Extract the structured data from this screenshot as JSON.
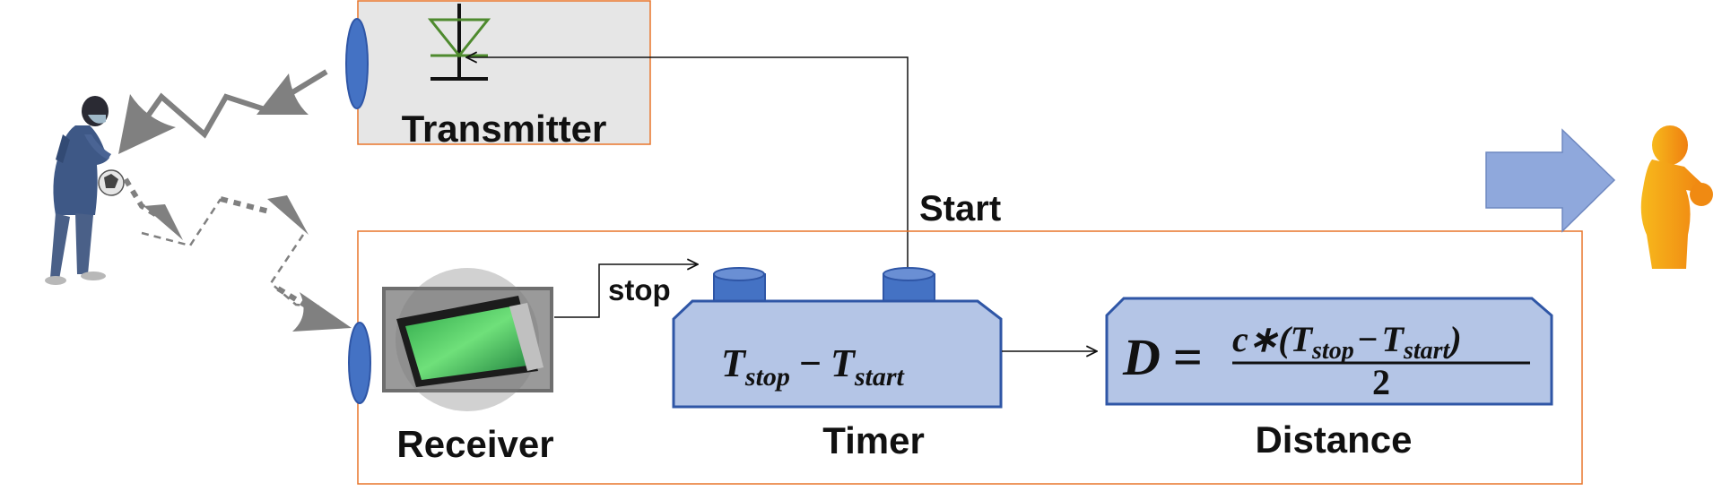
{
  "labels": {
    "transmitter": "Transmitter",
    "receiver": "Receiver",
    "timer": "Timer",
    "distance": "Distance",
    "start": "Start",
    "stop": "stop"
  },
  "timer_formula": {
    "t1": "T",
    "sub1": "stop",
    "minus": "−",
    "t2": "T",
    "sub2": "start"
  },
  "distance_formula": {
    "lhs": "D",
    "eq": "=",
    "num_c": "c∗(",
    "num_t1": "T",
    "num_sub1": "stop",
    "num_minus": "−",
    "num_t2": "T",
    "num_sub2": "start",
    "num_close": ")",
    "den": "2"
  },
  "colors": {
    "box_border": "#e8752a",
    "transmitter_fill": "#e6e6e6",
    "block_fill": "#b4c5e6",
    "block_border": "#2f56a6",
    "lens_fill": "#4472c4",
    "signal_gray": "#808080",
    "diode_green": "#4e8a2e",
    "arrow_fill": "#8fa8dc",
    "person_orange": "#f39a17"
  },
  "icons": [
    "transmitter-lens-icon",
    "receiver-lens-icon",
    "diode-icon",
    "sensor-chip-icon",
    "person-icon",
    "depth-person-icon",
    "output-arrow-icon"
  ]
}
